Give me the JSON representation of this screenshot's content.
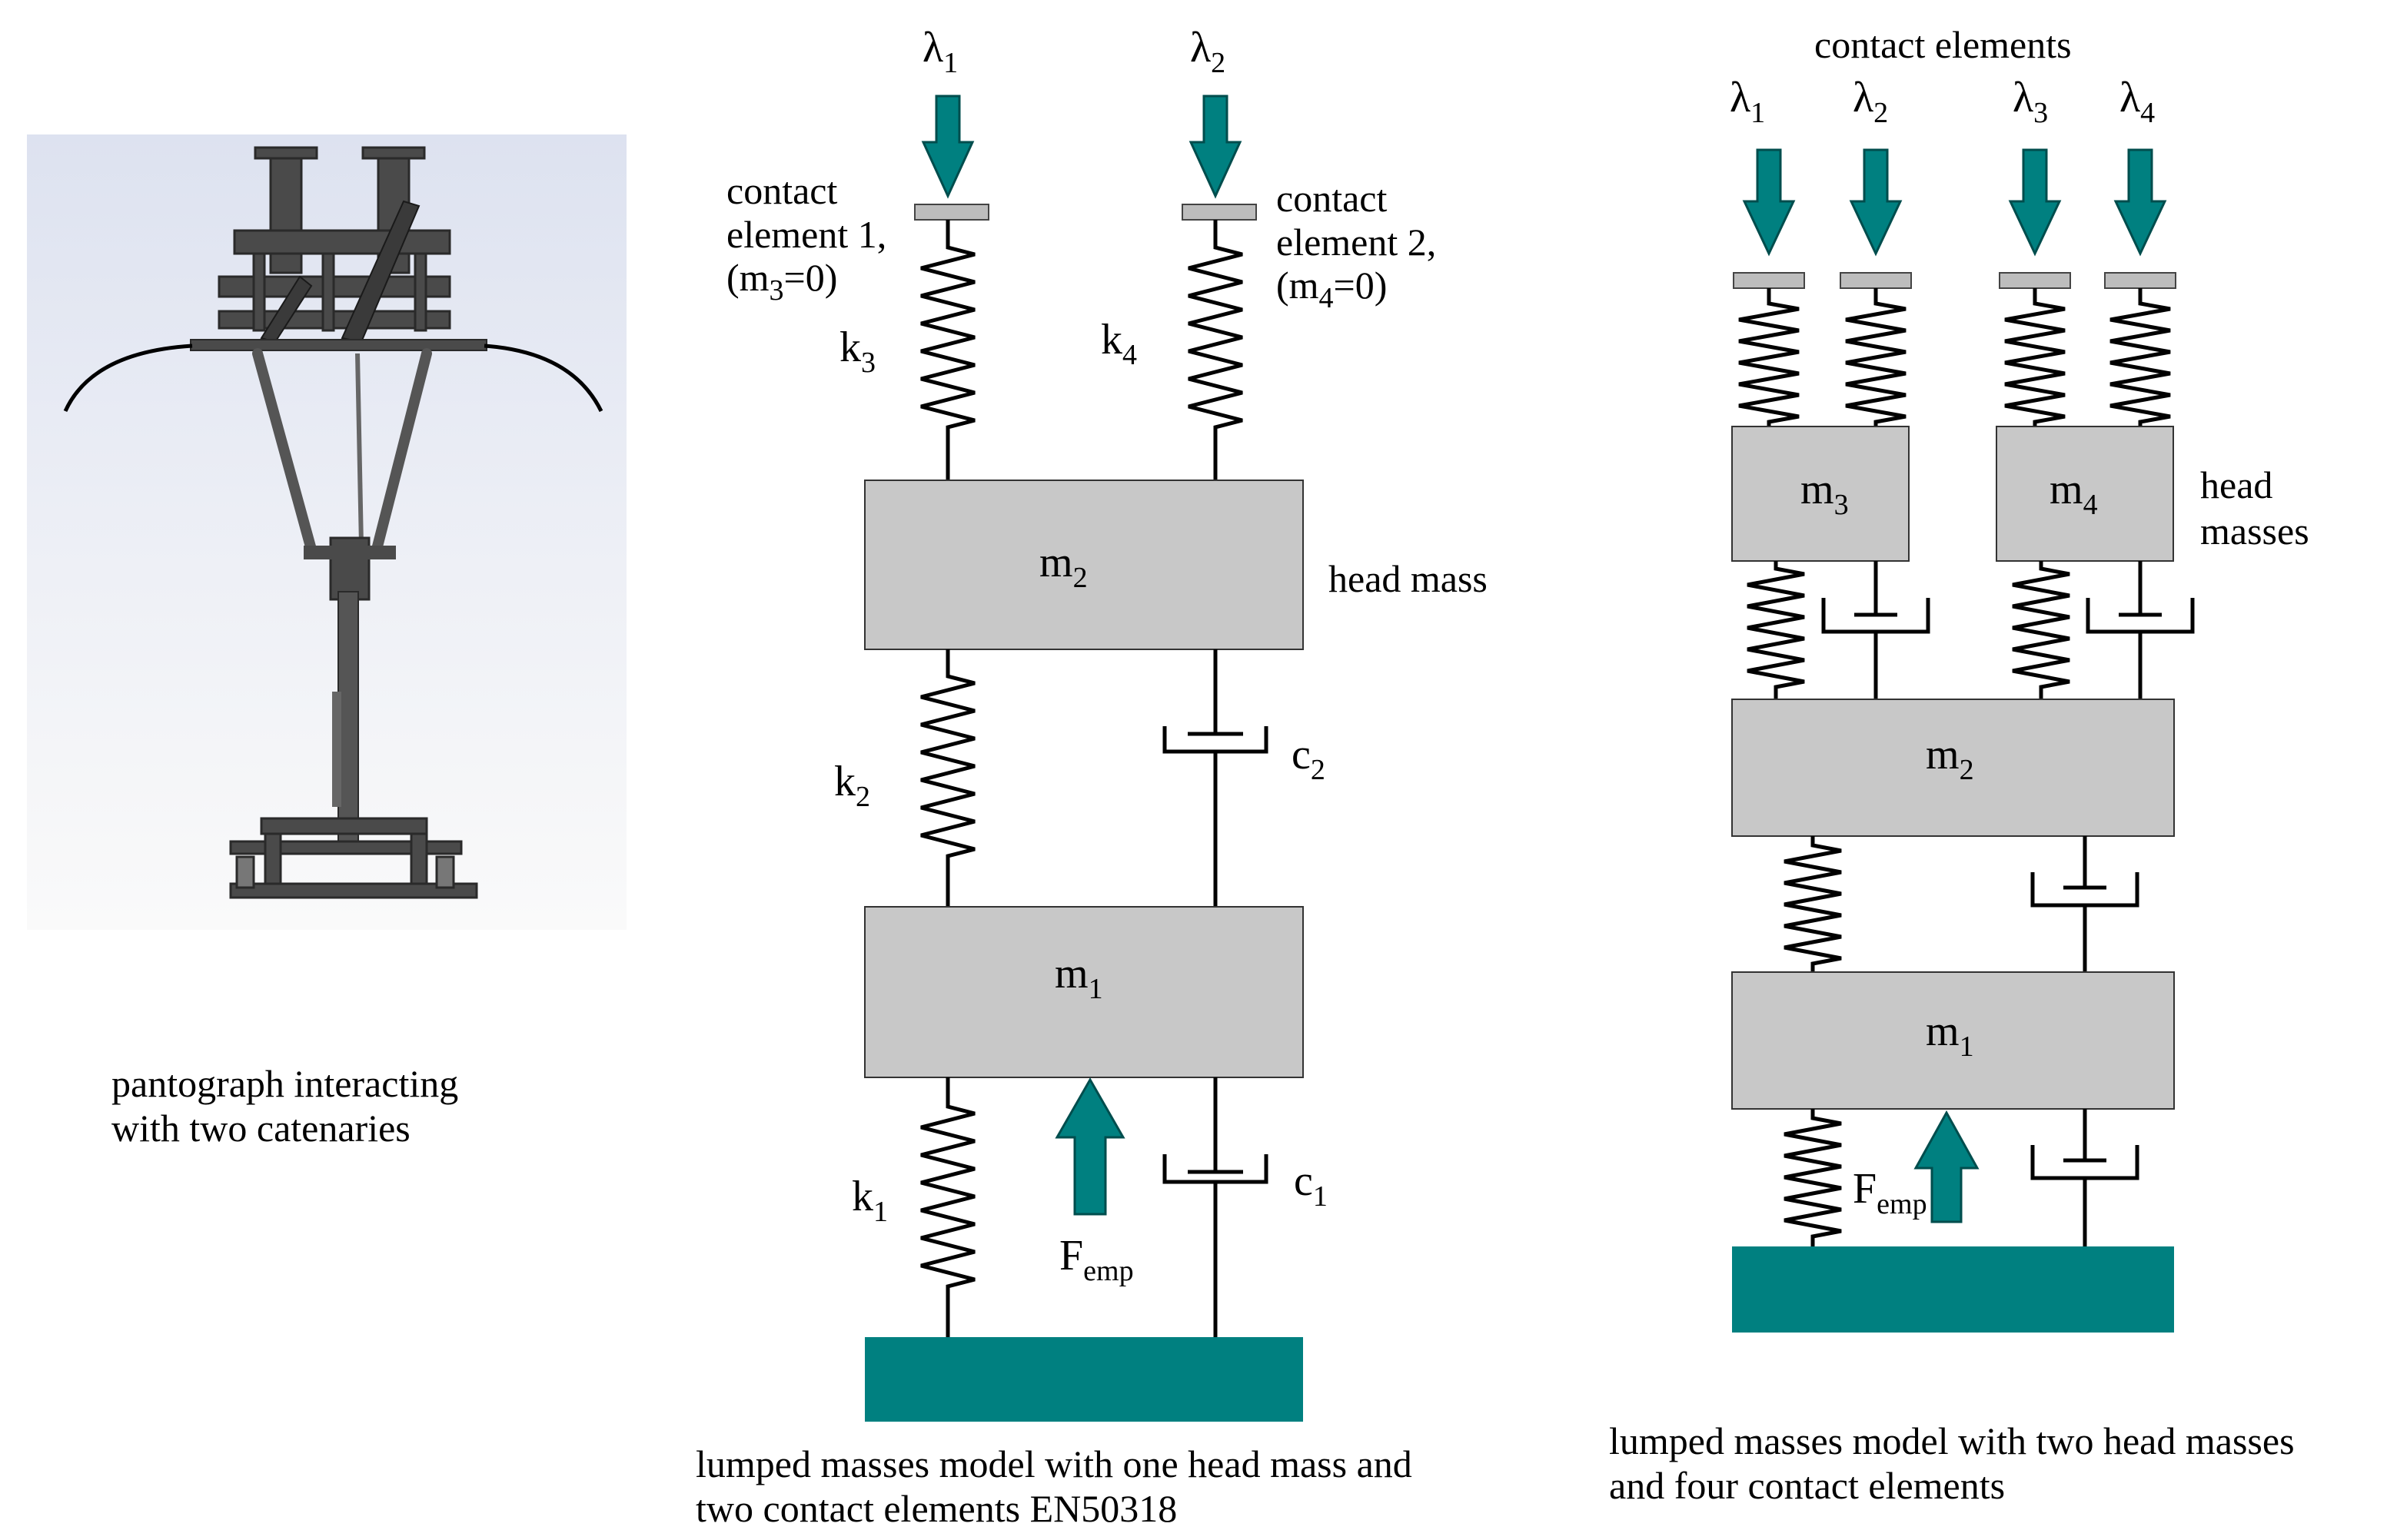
{
  "panel_left": {
    "caption_line1": "pantograph interacting",
    "caption_line2": "with two catenaries"
  },
  "panel_middle": {
    "lambda1": {
      "base": "λ",
      "sub": "1"
    },
    "lambda2": {
      "base": "λ",
      "sub": "2"
    },
    "contact1_line1": "contact",
    "contact1_line2": "element 1,",
    "contact1_m": {
      "open": "(m",
      "sub": "3",
      "close": "=0)"
    },
    "contact2_line1": "contact",
    "contact2_line2": "element 2,",
    "contact2_m": {
      "open": "(m",
      "sub": "4",
      "close": "=0)"
    },
    "k3": {
      "base": "k",
      "sub": "3"
    },
    "k4": {
      "base": "k",
      "sub": "4"
    },
    "m2": {
      "base": "m",
      "sub": "2"
    },
    "head_mass": "head mass",
    "k2": {
      "base": "k",
      "sub": "2"
    },
    "c2": {
      "base": "c",
      "sub": "2"
    },
    "m1": {
      "base": "m",
      "sub": "1"
    },
    "k1": {
      "base": "k",
      "sub": "1"
    },
    "c1": {
      "base": "c",
      "sub": "1"
    },
    "femp": {
      "base": "F",
      "sub": "emp"
    },
    "caption_line1": "lumped masses model with one head mass and",
    "caption_line2": "two contact elements EN50318"
  },
  "panel_right": {
    "contact_elements": "contact elements",
    "lambda1": {
      "base": "λ",
      "sub": "1"
    },
    "lambda2": {
      "base": "λ",
      "sub": "2"
    },
    "lambda3": {
      "base": "λ",
      "sub": "3"
    },
    "lambda4": {
      "base": "λ",
      "sub": "4"
    },
    "m3": {
      "base": "m",
      "sub": "3"
    },
    "m4": {
      "base": "m",
      "sub": "4"
    },
    "head_masses_line1": "head",
    "head_masses_line2": "masses",
    "m2": {
      "base": "m",
      "sub": "2"
    },
    "m1": {
      "base": "m",
      "sub": "1"
    },
    "femp": {
      "base": "F",
      "sub": "emp"
    },
    "caption_line1": "lumped masses model with two head masses",
    "caption_line2": "and four contact elements"
  },
  "colors": {
    "teal": "#008080",
    "mass_gray": "#c8c8c8",
    "plate_gray": "#bdbdbd"
  }
}
